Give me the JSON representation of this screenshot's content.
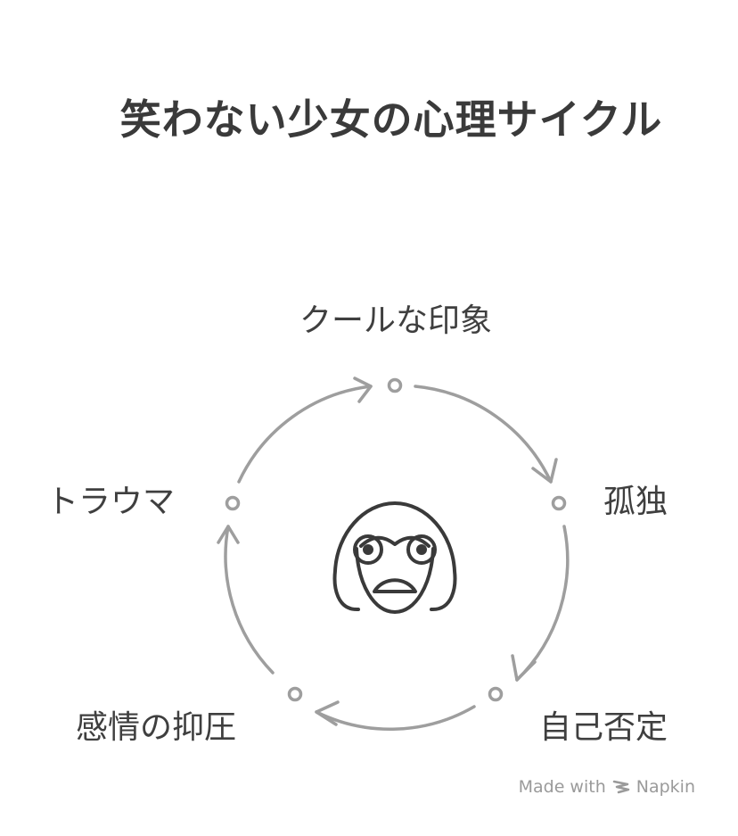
{
  "title": "笑わない少女の心理サイクル",
  "stages": [
    {
      "label": "クールな印象"
    },
    {
      "label": "孤独"
    },
    {
      "label": "自己否定"
    },
    {
      "label": "感情の抑圧"
    },
    {
      "label": "トラウマ"
    }
  ],
  "center_icon": "girl-face-icon",
  "footer": {
    "made_with": "Made with",
    "brand": "Napkin"
  },
  "colors": {
    "arrow": "#9e9e9e",
    "text": "#3f3f3f",
    "icon": "#3a3a3a",
    "footer": "#9a9a9a"
  }
}
